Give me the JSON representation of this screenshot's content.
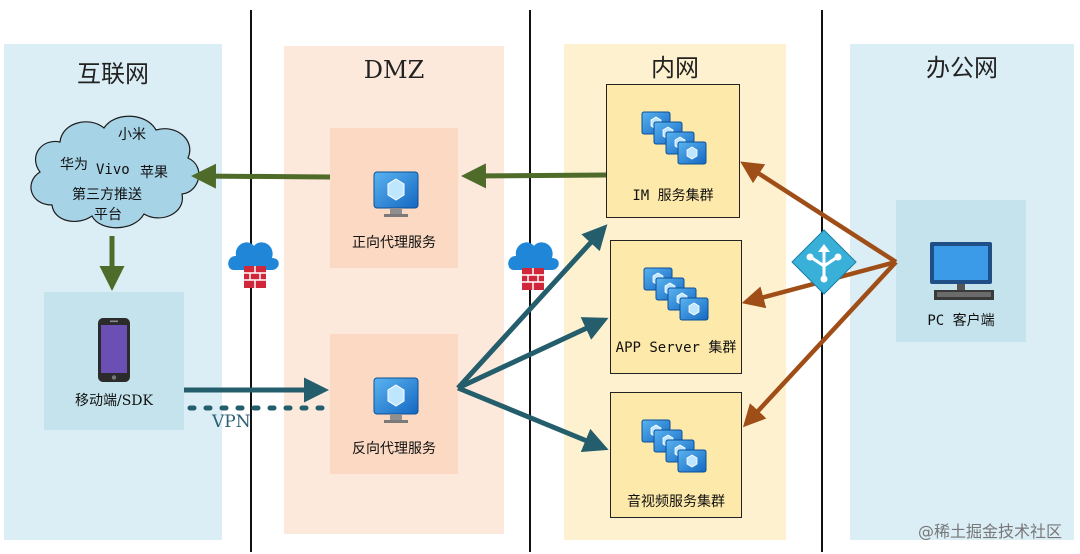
{
  "zones": {
    "internet": "互联网",
    "dmz": "DMZ",
    "intranet": "内网",
    "office": "办公网"
  },
  "cloud": {
    "xiaomi": "小米",
    "huawei": "华为",
    "vivo": "Vivo",
    "apple": "苹果",
    "third_party_1": "第三方推送",
    "third_party_2": "平台"
  },
  "mobile": {
    "label": "移动端/SDK"
  },
  "dmz": {
    "forward_proxy": "正向代理服务",
    "reverse_proxy": "反向代理服务"
  },
  "intranet": {
    "im_cluster": "IM 服务集群",
    "app_cluster": "APP Server 集群",
    "av_cluster": "音视频服务集群"
  },
  "office": {
    "pc": "PC 客户端"
  },
  "vpn": "VPN",
  "watermark": "@稀土掘金技术社区",
  "colors": {
    "internet_bg": "#dbeef5",
    "dmz_bg": "#fde9dc",
    "intranet_bg": "#fdf1cf",
    "office_bg": "#dbeef5",
    "green_arrow": "#4f6b2a",
    "teal_arrow": "#245d6b",
    "brown_arrow": "#a04e17"
  },
  "icons": [
    "cloud-icon",
    "firewall-icon",
    "server-icon",
    "server-cluster-icon",
    "phone-icon",
    "pc-icon",
    "load-balancer-icon"
  ]
}
